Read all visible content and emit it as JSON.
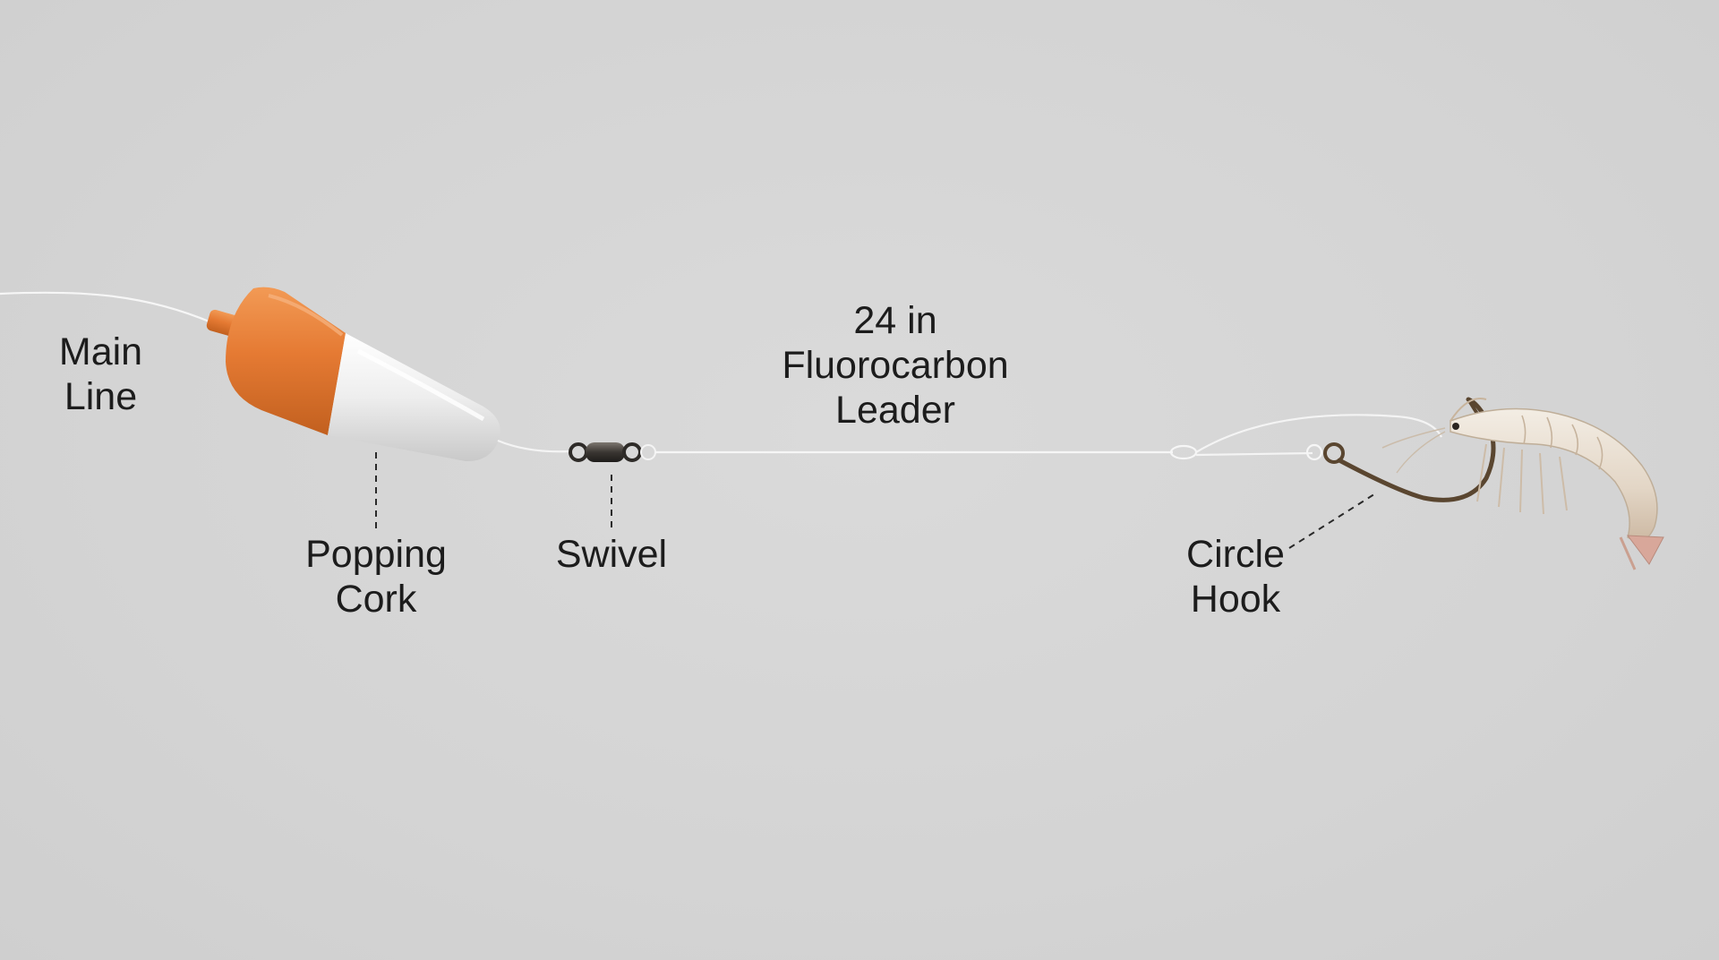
{
  "labels": {
    "main_line": [
      "Main",
      "Line"
    ],
    "popping_cork": [
      "Popping",
      "Cork"
    ],
    "swivel": [
      "Swivel"
    ],
    "leader": [
      "24 in",
      "Fluorocarbon",
      "Leader"
    ],
    "circle_hook": [
      "Circle",
      "Hook"
    ]
  },
  "colors": {
    "background": "#d6d6d6",
    "cork_orange": "#e57a33",
    "cork_white": "#f2f2f2",
    "line": "#f4f4f4",
    "hook": "#5a4630",
    "swivel": "#3a3632",
    "shrimp": "#e8ddd0"
  },
  "icons": {
    "cork": "popping-cork-icon",
    "swivel": "barrel-swivel-icon",
    "hook": "circle-hook-icon",
    "bait": "shrimp-icon"
  }
}
